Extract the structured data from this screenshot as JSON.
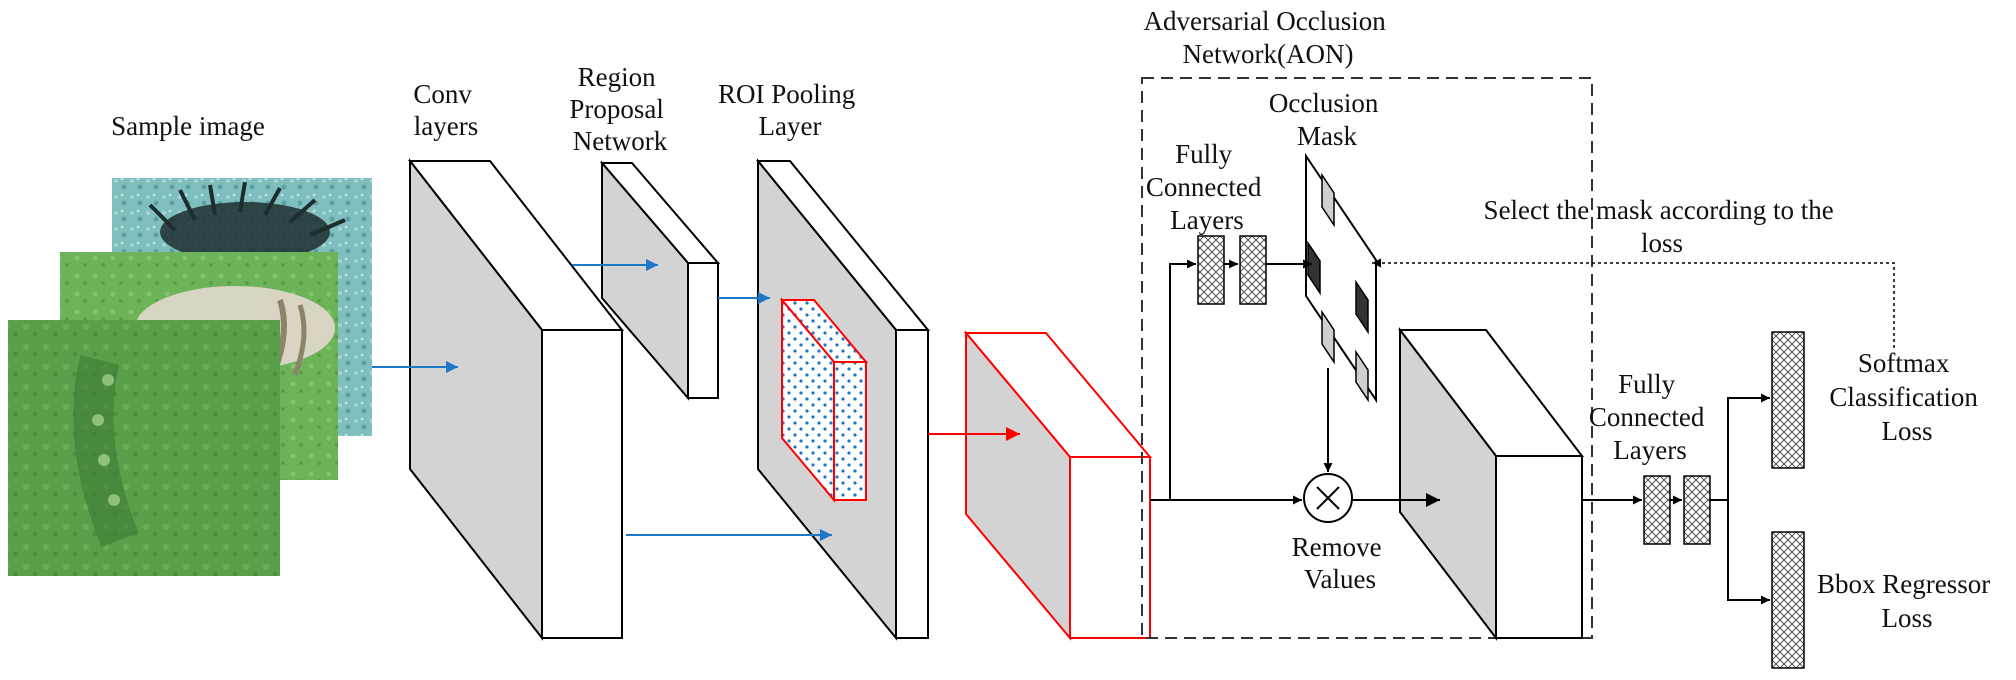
{
  "labels": {
    "sample_image": "Sample image",
    "conv": [
      "Conv",
      "layers"
    ],
    "rpn": [
      "Region",
      "Proposal",
      "Network"
    ],
    "roi": [
      "ROI Pooling",
      "Layer"
    ],
    "aon": [
      "Adversarial Occlusion",
      "Network(AON)"
    ],
    "occlusion_mask": [
      "Occlusion",
      "Mask"
    ],
    "fc_inner": [
      "Fully",
      "Connected",
      "Layers"
    ],
    "select_mask": [
      "Select the mask according to the",
      "loss"
    ],
    "remove_values": [
      "Remove",
      "Values"
    ],
    "fc_outer": [
      "Fully",
      "Connected",
      "Layers"
    ],
    "softmax": [
      "Softmax",
      "Classification",
      "Loss"
    ],
    "bbox": [
      "Bbox Regressor",
      "Loss"
    ]
  },
  "colors": {
    "face": "#d3d3d3",
    "stroke": "#000000",
    "red": "#ff0000",
    "blue": "#1f77c8",
    "dot": "#1f77c8",
    "mask_light": "#cfcfcf",
    "mask_dark": "#333333"
  },
  "icons": {
    "multiply": "circle-times-icon",
    "sample_images": "underwater-sea-cucumber-photo"
  }
}
